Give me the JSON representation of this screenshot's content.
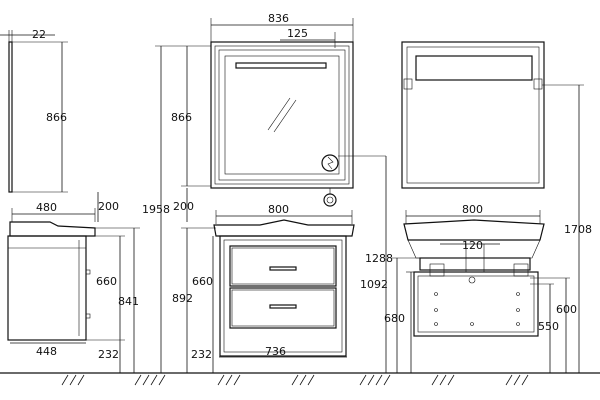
{
  "dimensions": {
    "mirror_side_depth": "22",
    "mirror_side_height": "866",
    "mirror_width": "836",
    "mirror_lamp_offset": "125",
    "mirror_front_height": "866",
    "total_height": "1958",
    "mirror_gap": "200",
    "mirror_gap_side": "200",
    "cabinet_side_top_depth": "480",
    "cabinet_side_body_height": "660",
    "cabinet_side_total_height": "841",
    "cabinet_side_bottom_depth": "448",
    "cabinet_side_leg_height": "232",
    "cabinet_width": "800",
    "cabinet_body_height": "660",
    "cabinet_total_height": "892",
    "cabinet_leg_height": "232",
    "cabinet_bottom_width": "736",
    "socket_height": "1092",
    "back_width": "800",
    "back_pipe_spacing": "120",
    "back_outlet_height": "1288",
    "back_top_height": "680",
    "back_side_600": "600",
    "back_side_550": "550",
    "back_mirror_top_height": "1708"
  },
  "colors": {
    "line": "#111111",
    "background": "#ffffff"
  },
  "icons": [
    "power-socket-icon",
    "cable-grommet-icon",
    "floor-hatch-icon"
  ]
}
